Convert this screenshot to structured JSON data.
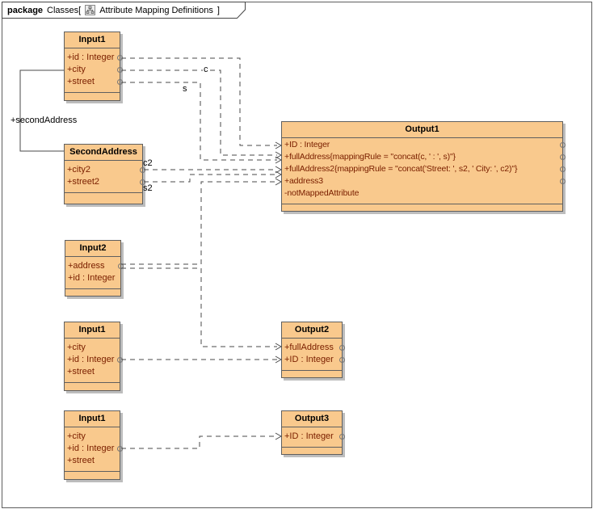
{
  "tab": {
    "keyword": "package",
    "context": "Classes[",
    "diagram_title": "Attribute Mapping Definitions",
    "close_bracket": "]"
  },
  "colors": {
    "class_fill": "#f9c98d",
    "class_border": "#5f5f5f",
    "attribute_text": "#7b2000",
    "connector": "#4a4a4a",
    "shadow": "#bdbdbd"
  },
  "classes": [
    {
      "id": "input1-top",
      "name": "Input1",
      "attributes": [
        {
          "text": "+id : Integer"
        },
        {
          "text": "+city"
        },
        {
          "text": "+street"
        }
      ]
    },
    {
      "id": "secondaddress",
      "name": "SecondAddress",
      "attributes": [
        {
          "text": "+city2"
        },
        {
          "text": "+street2"
        }
      ]
    },
    {
      "id": "output1",
      "name": "Output1",
      "attributes": [
        {
          "text": "+ID : Integer"
        },
        {
          "text": "+fullAddress{mappingRule = \"concat(c, ' : ', s)\"}"
        },
        {
          "text": "+fullAddress2{mappingRule = \"concat('Street: ', s2, ' City: ', c2)\"}"
        },
        {
          "text": "+address3"
        },
        {
          "text": "-notMappedAttribute"
        }
      ]
    },
    {
      "id": "input2",
      "name": "Input2",
      "attributes": [
        {
          "text": "+address"
        },
        {
          "text": "+id : Integer"
        }
      ]
    },
    {
      "id": "input1-middle",
      "name": "Input1",
      "attributes": [
        {
          "text": "+city"
        },
        {
          "text": "+id : Integer"
        },
        {
          "text": "+street"
        }
      ]
    },
    {
      "id": "output2",
      "name": "Output2",
      "attributes": [
        {
          "text": "+fullAddress"
        },
        {
          "text": "+ID : Integer"
        }
      ]
    },
    {
      "id": "input1-bottom",
      "name": "Input1",
      "attributes": [
        {
          "text": "+city"
        },
        {
          "text": "+id : Integer"
        },
        {
          "text": "+street"
        }
      ]
    },
    {
      "id": "output3",
      "name": "Output3",
      "attributes": [
        {
          "text": "+ID : Integer"
        }
      ]
    }
  ],
  "connector_labels": {
    "c": "c",
    "s": "s",
    "c2": "c2",
    "s2": "s2",
    "association": "+secondAddress"
  },
  "connections": [
    {
      "from": "Input1(top).id",
      "to": "Output1.ID",
      "style": "dashed"
    },
    {
      "from": "Input1(top).city",
      "to": "Output1.fullAddress",
      "label": "c",
      "style": "dashed"
    },
    {
      "from": "Input1(top).street",
      "to": "Output1.fullAddress",
      "label": "s",
      "style": "dashed"
    },
    {
      "from": "SecondAddress.city2",
      "to": "Output1.fullAddress2",
      "label": "c2",
      "style": "dashed"
    },
    {
      "from": "SecondAddress.street2",
      "to": "Output1.fullAddress2",
      "label": "s2",
      "style": "dashed"
    },
    {
      "from": "Input2.address",
      "to": "Output1.address3",
      "style": "dashed"
    },
    {
      "from": "Input2.address",
      "to": "Output2.fullAddress",
      "style": "dashed"
    },
    {
      "from": "Input1(middle).id",
      "to": "Output2.ID",
      "style": "dashed"
    },
    {
      "from": "Input1(bottom).id",
      "to": "Output3.ID",
      "style": "dashed"
    },
    {
      "from": "Input1(top)",
      "to": "SecondAddress",
      "label": "+secondAddress",
      "style": "solid-association"
    }
  ]
}
